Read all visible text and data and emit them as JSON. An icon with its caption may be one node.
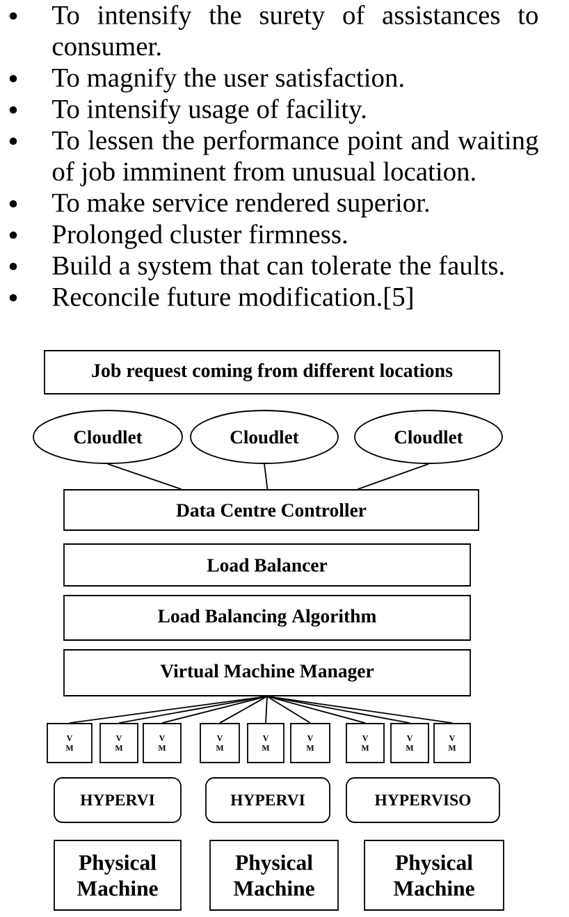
{
  "diagram": {
    "nodes": [
      {
        "text": [
          "Job request coming from different locations"
        ]
      },
      {
        "text": [
          "Cloudlet"
        ]
      },
      {
        "text": [
          "Cloudlet"
        ]
      },
      {
        "text": [
          "Cloudlet"
        ]
      },
      {
        "text": [
          "Data Centre Controller"
        ]
      },
      {
        "text": [
          "Load Balancer"
        ]
      },
      {
        "text": [
          "Load Balancing Algorithm"
        ]
      },
      {
        "text": [
          "Virtual Machine Manager"
        ]
      },
      {
        "text": [
          "V M"
        ]
      },
      {
        "text": [
          "V M"
        ]
      },
      {
        "text": [
          "V M"
        ]
      },
      {
        "text": [
          "V M"
        ]
      },
      {
        "text": [
          "V M"
        ]
      },
      {
        "text": [
          "V M"
        ]
      },
      {
        "text": [
          "V M"
        ]
      },
      {
        "text": [
          "V M"
        ]
      },
      {
        "text": [
          "V M"
        ]
      },
      {
        "text": [
          "HYPERVI"
        ]
      },
      {
        "text": [
          "HYPERVI"
        ]
      },
      {
        "text": [
          "HYPERVISO"
        ]
      },
      {
        "text": [
          "Physical Machine"
        ]
      },
      {
        "text": [
          "Physical Machine"
        ]
      },
      {
        "text": [
          "Physical Machine"
        ]
      }
    ],
    "edges": [
      {
        "from": 1,
        "to": 4,
        "arrow": "none"
      },
      {
        "from": 2,
        "to": 4,
        "arrow": "none"
      },
      {
        "from": 3,
        "to": 4,
        "arrow": "none"
      },
      {
        "from": 7,
        "to": 8,
        "arrow": "none"
      },
      {
        "from": 7,
        "to": 9,
        "arrow": "none"
      },
      {
        "from": 7,
        "to": 10,
        "arrow": "none"
      },
      {
        "from": 7,
        "to": 11,
        "arrow": "none"
      },
      {
        "from": 7,
        "to": 12,
        "arrow": "none"
      },
      {
        "from": 7,
        "to": 13,
        "arrow": "none"
      },
      {
        "from": 7,
        "to": 14,
        "arrow": "none"
      },
      {
        "from": 7,
        "to": 15,
        "arrow": "none"
      },
      {
        "from": 7,
        "to": 16,
        "arrow": "none"
      }
    ],
    "labels": [
      "To intensify the surety of assistances to consumer.",
      "To magnify the user satisfaction.",
      "To intensify usage of facility.",
      "To lessen the performance point and waiting of job imminent from unusual location.",
      "To make service rendered superior.",
      "Prolonged cluster firmness.",
      "Build a system that can tolerate the faults.",
      "Reconcile future modification.[5]"
    ]
  }
}
